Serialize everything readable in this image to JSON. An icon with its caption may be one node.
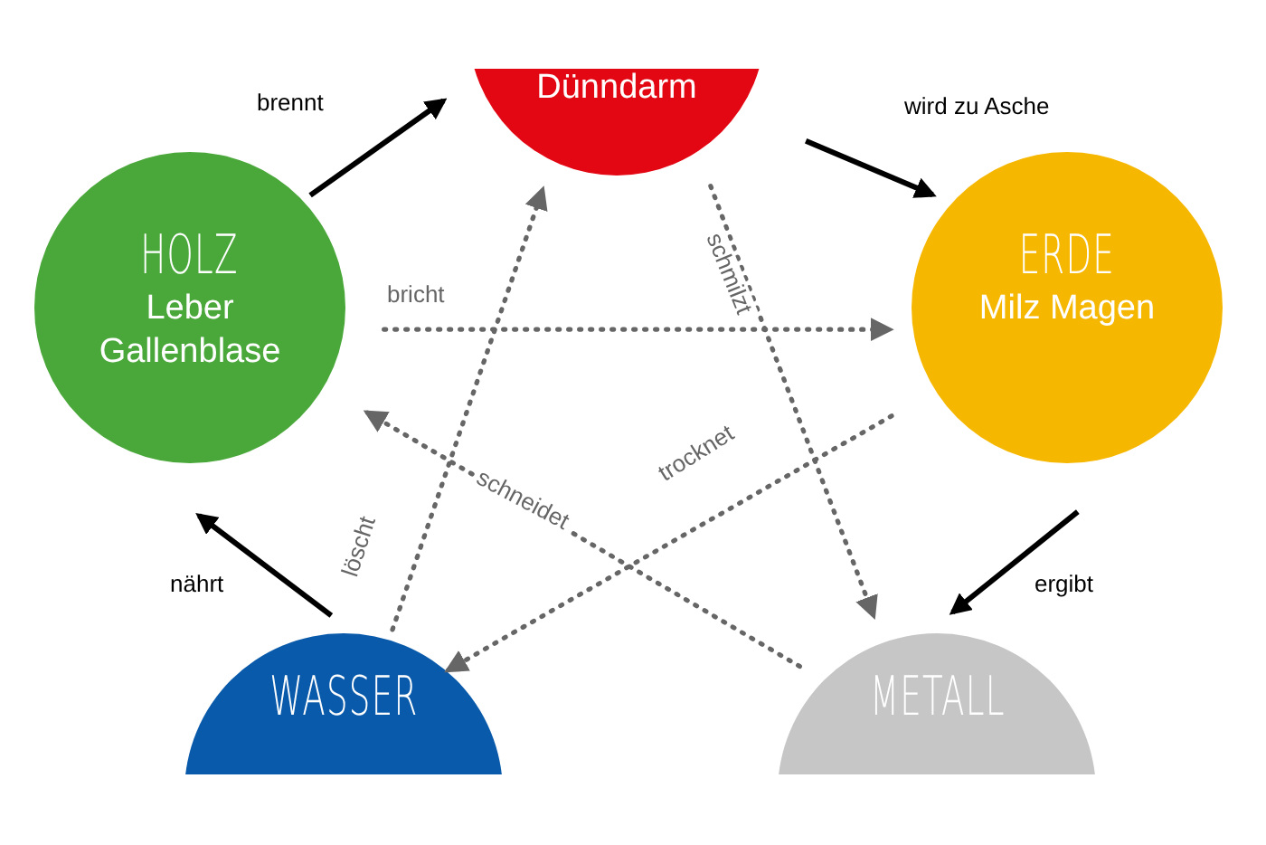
{
  "diagram": {
    "nodes": [
      {
        "text": [
          "Dünndarm"
        ]
      },
      {
        "text": [
          "HOLZ",
          "Leber Gallenblase"
        ]
      },
      {
        "text": [
          "ERDE",
          "Milz Magen"
        ]
      },
      {
        "text": [
          "WASSER"
        ]
      },
      {
        "text": [
          "METALL"
        ]
      }
    ],
    "edges": [
      {
        "from": 1,
        "to": 0,
        "arrow": "to",
        "label": "brennt",
        "color": "#000000"
      },
      {
        "from": 0,
        "to": 2,
        "arrow": "to",
        "label": "wird zu Asche",
        "color": "#000000"
      },
      {
        "from": 2,
        "to": 4,
        "arrow": "to",
        "label": "ergibt",
        "color": "#000000"
      },
      {
        "from": 3,
        "to": 1,
        "arrow": "to",
        "label": "nährt",
        "color": "#000000"
      },
      {
        "from": 1,
        "to": 2,
        "arrow": "to",
        "label": "bricht",
        "style": "dashed"
      },
      {
        "from": 0,
        "to": 4,
        "arrow": "to",
        "label": "schmilzt",
        "style": "dashed"
      },
      {
        "from": 3,
        "to": 0,
        "arrow": "to",
        "label": "löscht",
        "style": "dashed"
      },
      {
        "from": 4,
        "to": 1,
        "arrow": "to",
        "label": "schneidet",
        "style": "dashed"
      },
      {
        "from": 2,
        "to": 3,
        "arrow": "to",
        "label": "trocknet",
        "style": "dashed"
      }
    ]
  }
}
